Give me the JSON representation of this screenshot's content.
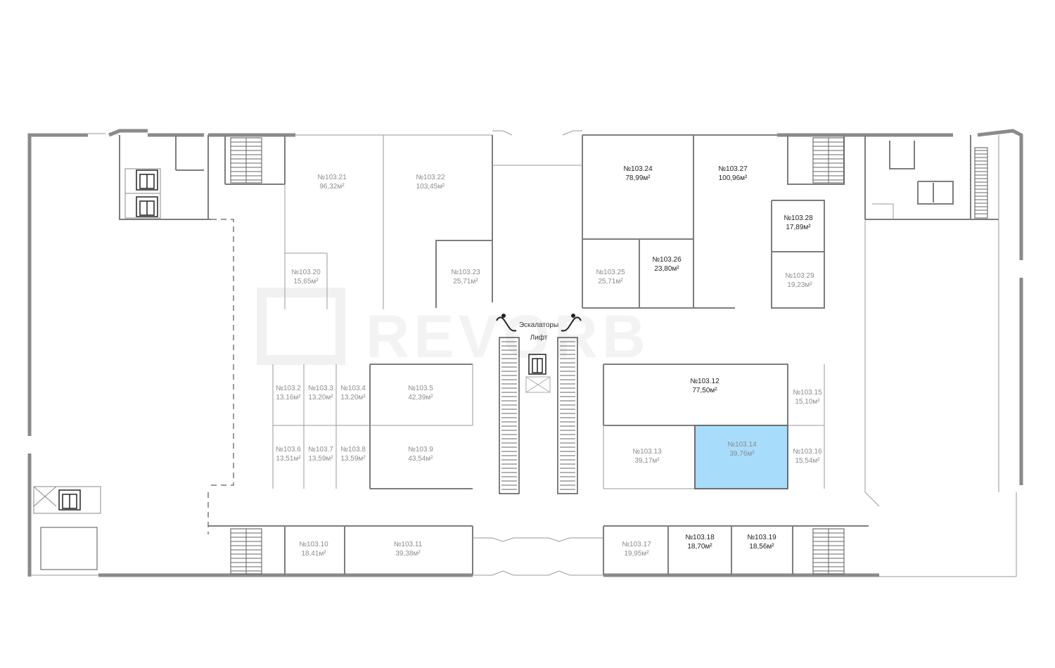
{
  "watermark": "REVORB",
  "colors": {
    "selected_unit": "#a8dcfb",
    "wall": "#8a8a8a",
    "label_muted": "#8c8c8c",
    "label_dark": "#222222"
  },
  "hall_labels": {
    "escalators": "Эскалаторы",
    "lift": "Лифт"
  },
  "units": [
    {
      "id": "103.2",
      "number": "№103.2",
      "area": "13,16м²"
    },
    {
      "id": "103.3",
      "number": "№103.3",
      "area": "13,20м²"
    },
    {
      "id": "103.4",
      "number": "№103.4",
      "area": "13,20м²"
    },
    {
      "id": "103.5",
      "number": "№103.5",
      "area": "42,39м²"
    },
    {
      "id": "103.6",
      "number": "№103.6",
      "area": "13,51м²"
    },
    {
      "id": "103.7",
      "number": "№103.7",
      "area": "13,59м²"
    },
    {
      "id": "103.8",
      "number": "№103.8",
      "area": "13,59м²"
    },
    {
      "id": "103.9",
      "number": "№103.9",
      "area": "43,54м²"
    },
    {
      "id": "103.10",
      "number": "№103.10",
      "area": "18,41м²"
    },
    {
      "id": "103.11",
      "number": "№103.11",
      "area": "39,38м²"
    },
    {
      "id": "103.12",
      "number": "№103.12",
      "area": "77,50м²"
    },
    {
      "id": "103.13",
      "number": "№103.13",
      "area": "39,17м²"
    },
    {
      "id": "103.14",
      "number": "№103.14",
      "area": "39,76м²",
      "selected": true
    },
    {
      "id": "103.15",
      "number": "№103.15",
      "area": "15,10м²"
    },
    {
      "id": "103.16",
      "number": "№103.16",
      "area": "15,54м²"
    },
    {
      "id": "103.17",
      "number": "№103.17",
      "area": "19,95м²"
    },
    {
      "id": "103.18",
      "number": "№103.18",
      "area": "18,70м²"
    },
    {
      "id": "103.19",
      "number": "№103.19",
      "area": "18,56м²"
    },
    {
      "id": "103.20",
      "number": "№103.20",
      "area": "15,65м²"
    },
    {
      "id": "103.21",
      "number": "№103.21",
      "area": "96,32м²"
    },
    {
      "id": "103.22",
      "number": "№103.22",
      "area": "103,45м²"
    },
    {
      "id": "103.23",
      "number": "№103.23",
      "area": "25,71м²"
    },
    {
      "id": "103.24",
      "number": "№103.24",
      "area": "78,99м²"
    },
    {
      "id": "103.25",
      "number": "№103.25",
      "area": "25,71м²"
    },
    {
      "id": "103.26",
      "number": "№103.26",
      "area": "23,80м²"
    },
    {
      "id": "103.27",
      "number": "№103.27",
      "area": "100,96м²"
    },
    {
      "id": "103.28",
      "number": "№103.28",
      "area": "17,89м²"
    },
    {
      "id": "103.29",
      "number": "№103.29",
      "area": "19,23м²"
    }
  ]
}
